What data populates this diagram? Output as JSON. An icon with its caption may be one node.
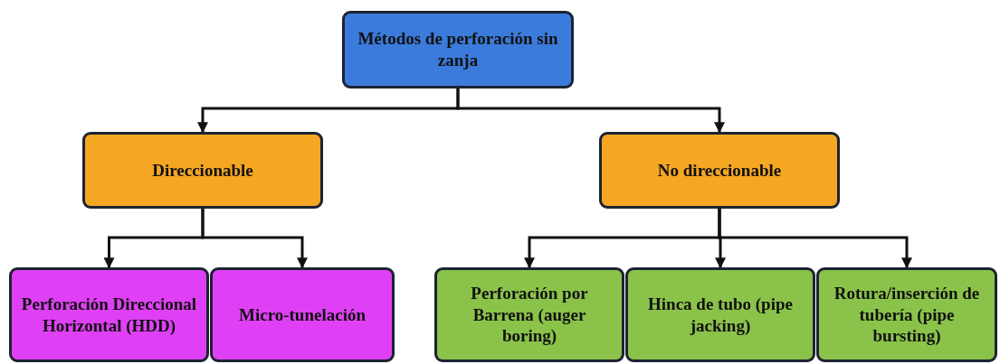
{
  "diagram": {
    "nodes": [
      {
        "text": [
          "Métodos de perforación sin zanja"
        ]
      },
      {
        "text": [
          "Direccionable"
        ]
      },
      {
        "text": [
          "No direccionable"
        ]
      },
      {
        "text": [
          "Perforación Direccional Horizontal (HDD)"
        ]
      },
      {
        "text": [
          "Micro-tunelación"
        ]
      },
      {
        "text": [
          "Perforación por Barrena (auger boring)"
        ]
      },
      {
        "text": [
          "Hinca de tubo (pipe jacking)"
        ]
      },
      {
        "text": [
          "Rotura/inserción de tubería (pipe bursting)"
        ]
      }
    ],
    "edges": [
      {
        "from": 0,
        "to": 1,
        "arrow": "to"
      },
      {
        "from": 0,
        "to": 2,
        "arrow": "to"
      },
      {
        "from": 1,
        "to": 3,
        "arrow": "to"
      },
      {
        "from": 1,
        "to": 4,
        "arrow": "to"
      },
      {
        "from": 2,
        "to": 5,
        "arrow": "to"
      },
      {
        "from": 2,
        "to": 6,
        "arrow": "to"
      },
      {
        "from": 2,
        "to": 7,
        "arrow": "to"
      }
    ]
  }
}
